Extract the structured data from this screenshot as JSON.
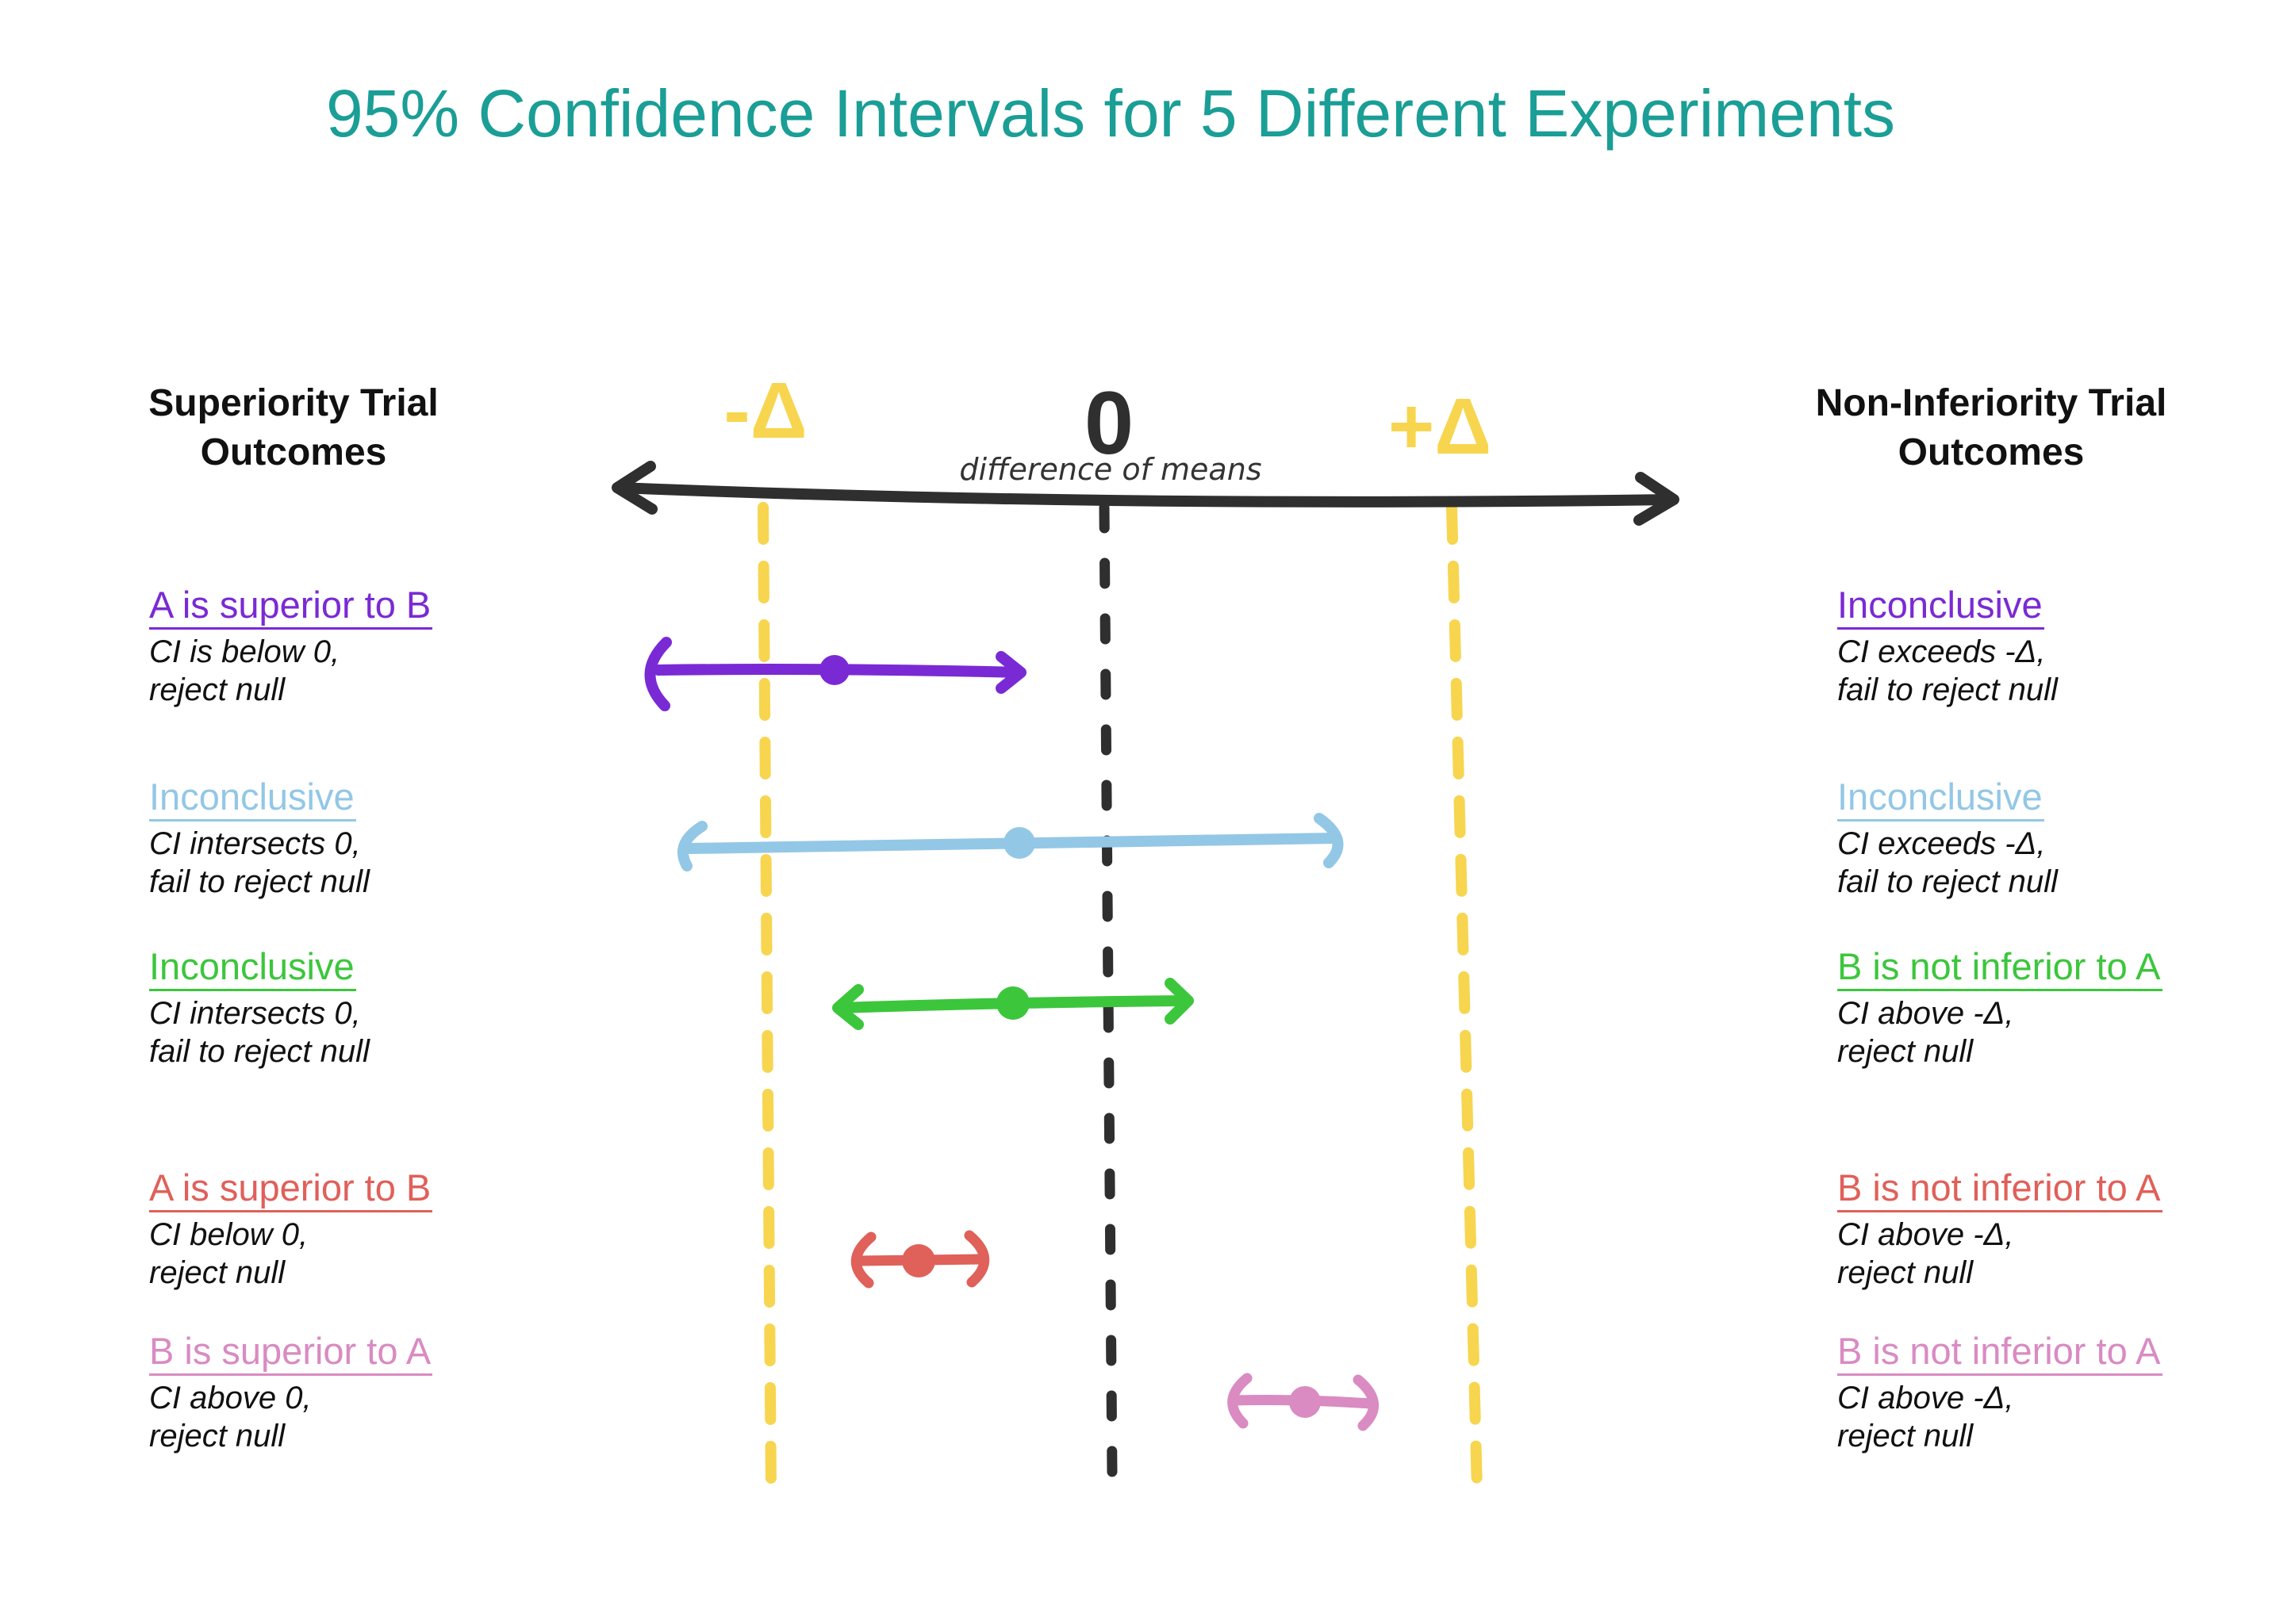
{
  "title": "95% Confidence Intervals for 5 Different Experiments",
  "colors": {
    "title": "#1a9e96",
    "axis": "#2f2f2f",
    "delta_lines": "#f7d54f",
    "zero_line": "#2f2f2f"
  },
  "left_heading": [
    "Superiority Trial",
    "Outcomes"
  ],
  "right_heading": [
    "Non-Inferiority Trial",
    "Outcomes"
  ],
  "axis": {
    "label": "difference of means",
    "neg_delta_label": "-Δ",
    "zero_label": "0",
    "pos_delta_label": "+Δ"
  },
  "experiments": [
    {
      "color": "#7a2ad4",
      "superiority": {
        "title": "A is superior to B",
        "desc": [
          "CI is below 0,",
          "reject null"
        ]
      },
      "non_inferiority": {
        "title": "Inconclusive",
        "desc": [
          "CI exceeds -Δ,",
          "fail to reject null"
        ]
      }
    },
    {
      "color": "#93c7e6",
      "superiority": {
        "title": "Inconclusive",
        "desc": [
          "CI intersects 0,",
          "fail to reject null"
        ]
      },
      "non_inferiority": {
        "title": "Inconclusive",
        "desc": [
          "CI exceeds -Δ,",
          "fail to reject null"
        ]
      }
    },
    {
      "color": "#3cc63c",
      "superiority": {
        "title": "Inconclusive",
        "desc": [
          "CI intersects 0,",
          "fail to reject null"
        ]
      },
      "non_inferiority": {
        "title": "B is not inferior to A",
        "desc": [
          "CI above -Δ,",
          "reject null"
        ]
      }
    },
    {
      "color": "#e0605a",
      "superiority": {
        "title": "A is superior to B",
        "desc": [
          "CI below 0,",
          "reject null"
        ]
      },
      "non_inferiority": {
        "title": "B is not inferior to A",
        "desc": [
          "CI above -Δ,",
          "reject null"
        ]
      }
    },
    {
      "color": "#d98bc2",
      "superiority": {
        "title": "B is superior to A",
        "desc": [
          "CI above 0,",
          "reject null"
        ]
      },
      "non_inferiority": {
        "title": "B is not inferior to A",
        "desc": [
          "CI above -Δ,",
          "reject null"
        ]
      }
    }
  ]
}
